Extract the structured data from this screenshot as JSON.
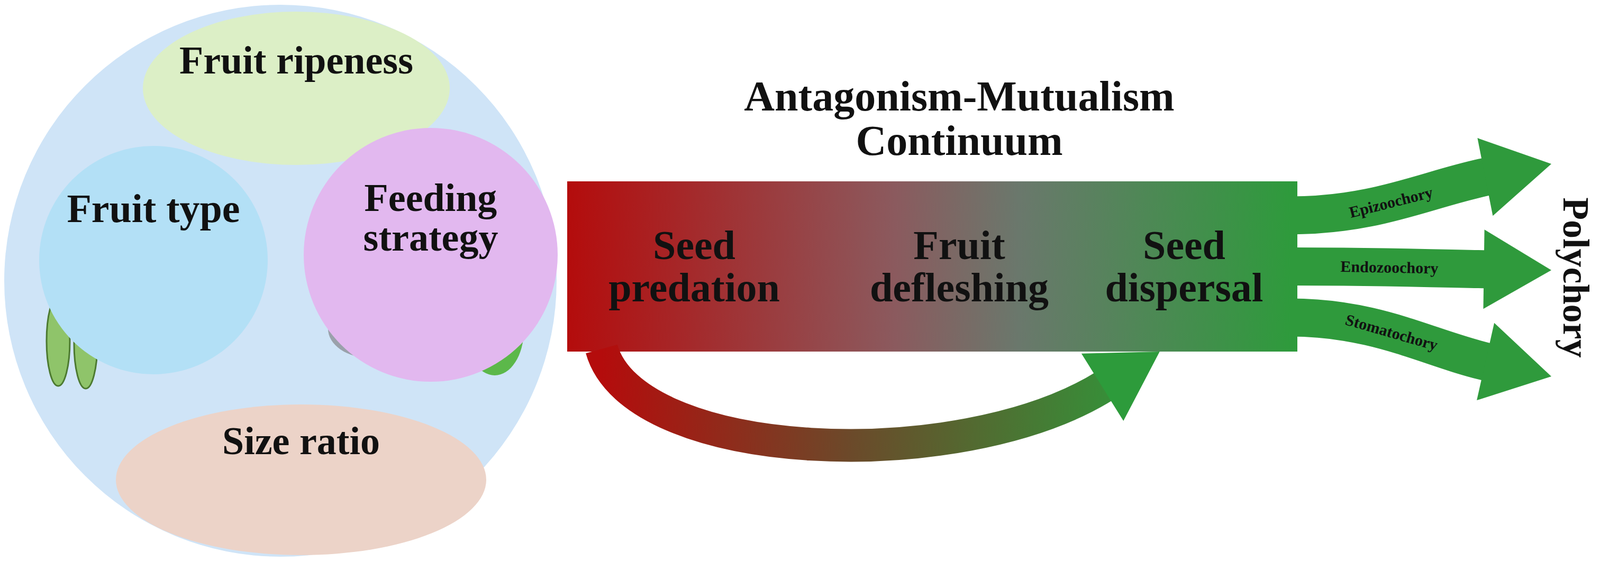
{
  "diagram": {
    "title": "Antagonism-Mutualism Continuum",
    "nodes": [
      {
        "text": [
          "Fruit ripeness"
        ]
      },
      {
        "text": [
          "Fruit type"
        ]
      },
      {
        "text": [
          "Feeding strategy"
        ]
      },
      {
        "text": [
          "Size ratio"
        ]
      },
      {
        "text": [
          "Seed predation"
        ]
      },
      {
        "text": [
          "Fruit defleshing"
        ]
      },
      {
        "text": [
          "Seed dispersal"
        ]
      },
      {
        "text": [
          "Polychory"
        ]
      }
    ],
    "edges": [
      {
        "from": 4,
        "to": 6,
        "arrow": "to"
      },
      {
        "from": 6,
        "to": 7,
        "label": "Epizoochory",
        "arrow": "to"
      },
      {
        "from": 6,
        "to": 7,
        "label": "Endozoochory",
        "arrow": "to"
      },
      {
        "from": 6,
        "to": 7,
        "label": "Stomatochory",
        "arrow": "to"
      }
    ]
  }
}
